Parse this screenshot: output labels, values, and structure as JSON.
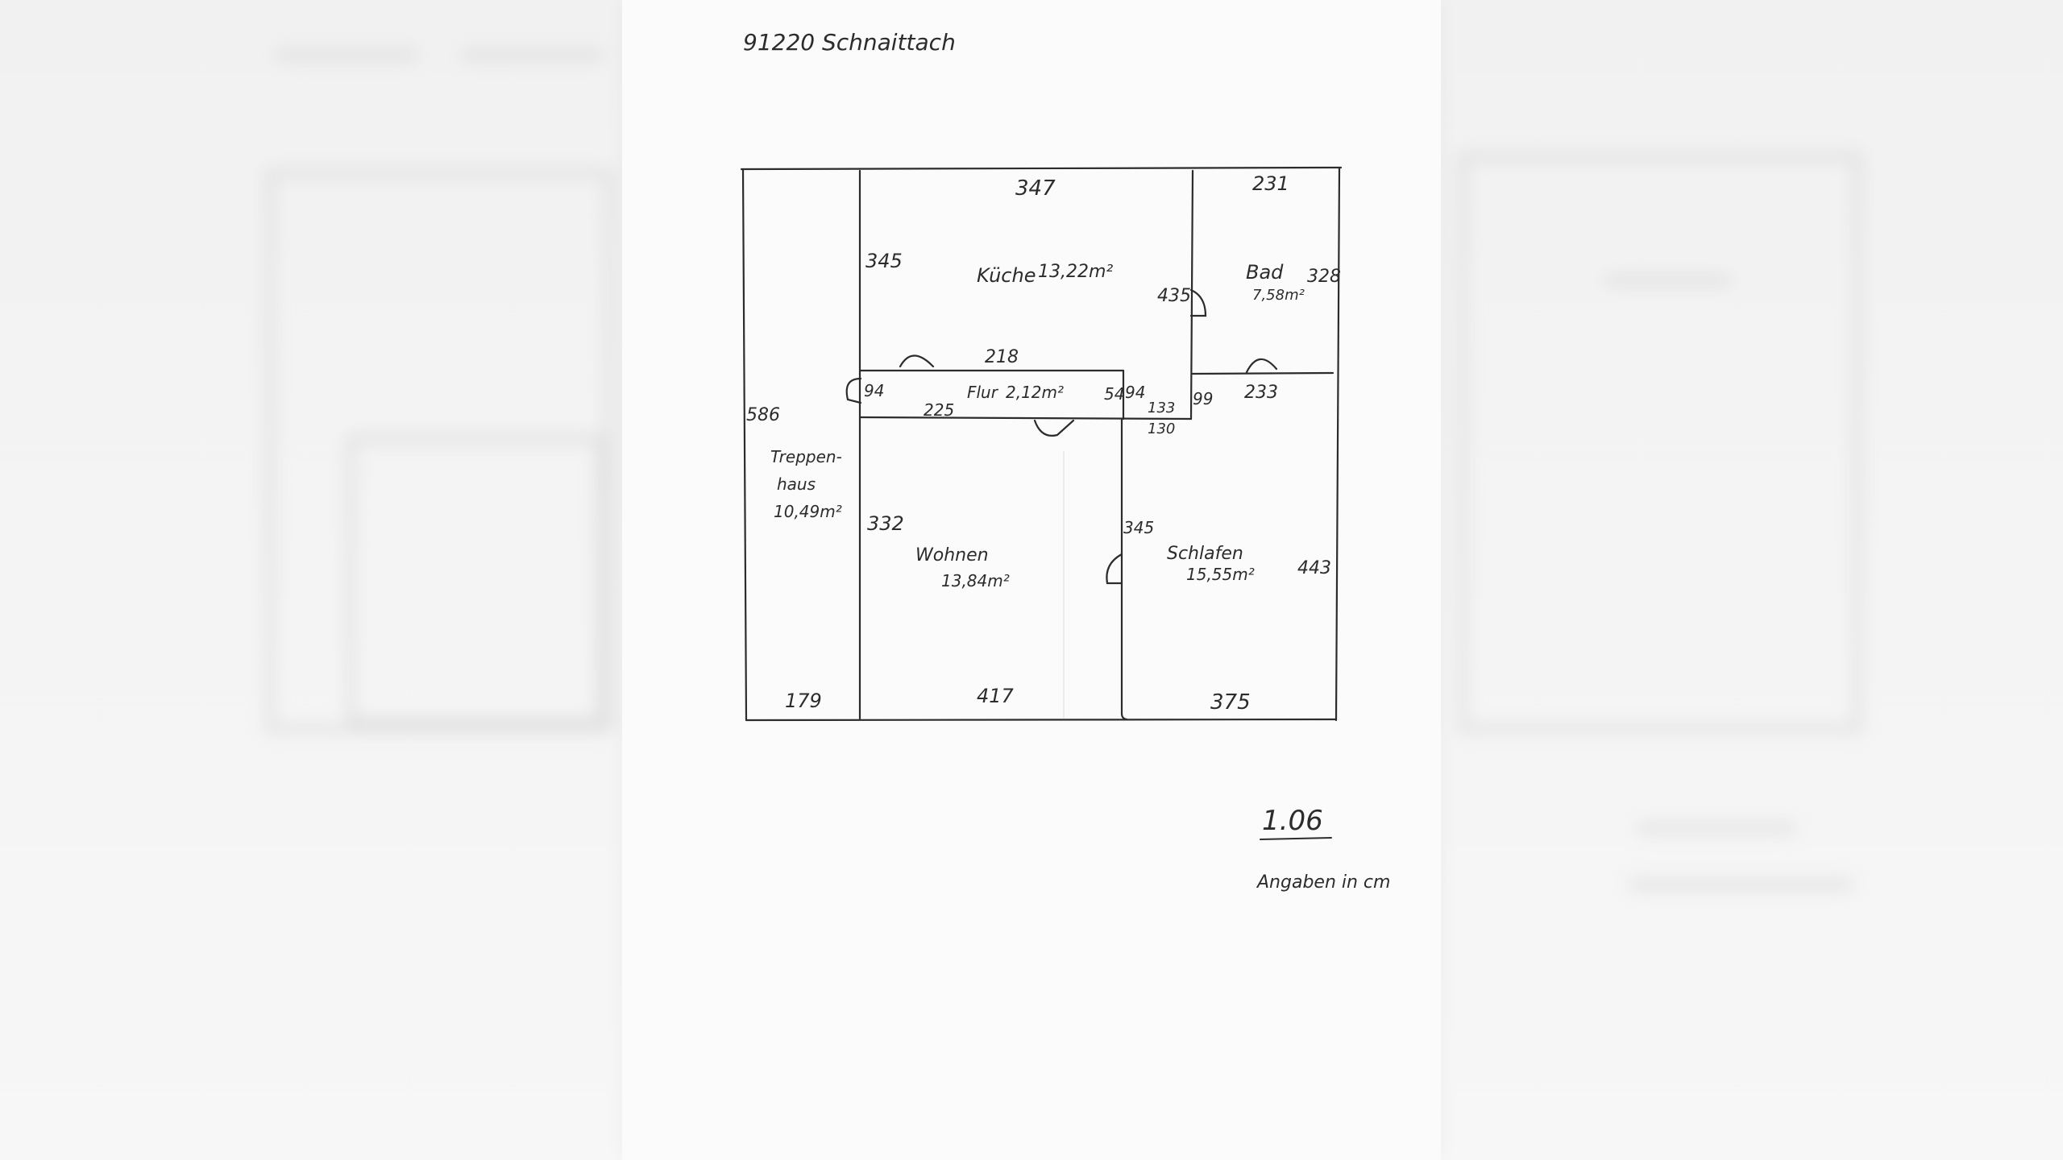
{
  "address": "91220 Schnaittach",
  "plan_id": "1.06",
  "units_note": "Angaben in cm",
  "rooms": [
    {
      "name": "Küche",
      "area": "13,22m²"
    },
    {
      "name": "Bad",
      "area": "7,58m²"
    },
    {
      "name": "Flur",
      "area": "2,12m²"
    },
    {
      "name_line1": "Treppen-",
      "name_line2": "haus",
      "area": "10,49m²"
    },
    {
      "name": "Wohnen",
      "area": "13,84m²"
    },
    {
      "name": "Schlafen",
      "area": "15,55m²"
    }
  ],
  "dimensions": {
    "kitchen_top": "347",
    "bath_top": "231",
    "kitchen_left": "345",
    "kitchen_right": "435",
    "bath_right": "328",
    "hall_top": "218",
    "hall_bottom": "225",
    "hall_left_height": "94",
    "hall_right_height": "54",
    "hall_right_height_2": "94",
    "small_133": "133",
    "small_130": "130",
    "bath_bottom_left": "99",
    "bath_bottom": "233",
    "stair_height": "586",
    "living_height": "332",
    "bedroom_left": "345",
    "bedroom_right": "443",
    "stair_bottom": "179",
    "living_bottom": "417",
    "bedroom_bottom": "375"
  },
  "colors": {
    "ink": "#2c2c2c",
    "paper": "#fbfbfb",
    "background": "#f3f3f3"
  }
}
